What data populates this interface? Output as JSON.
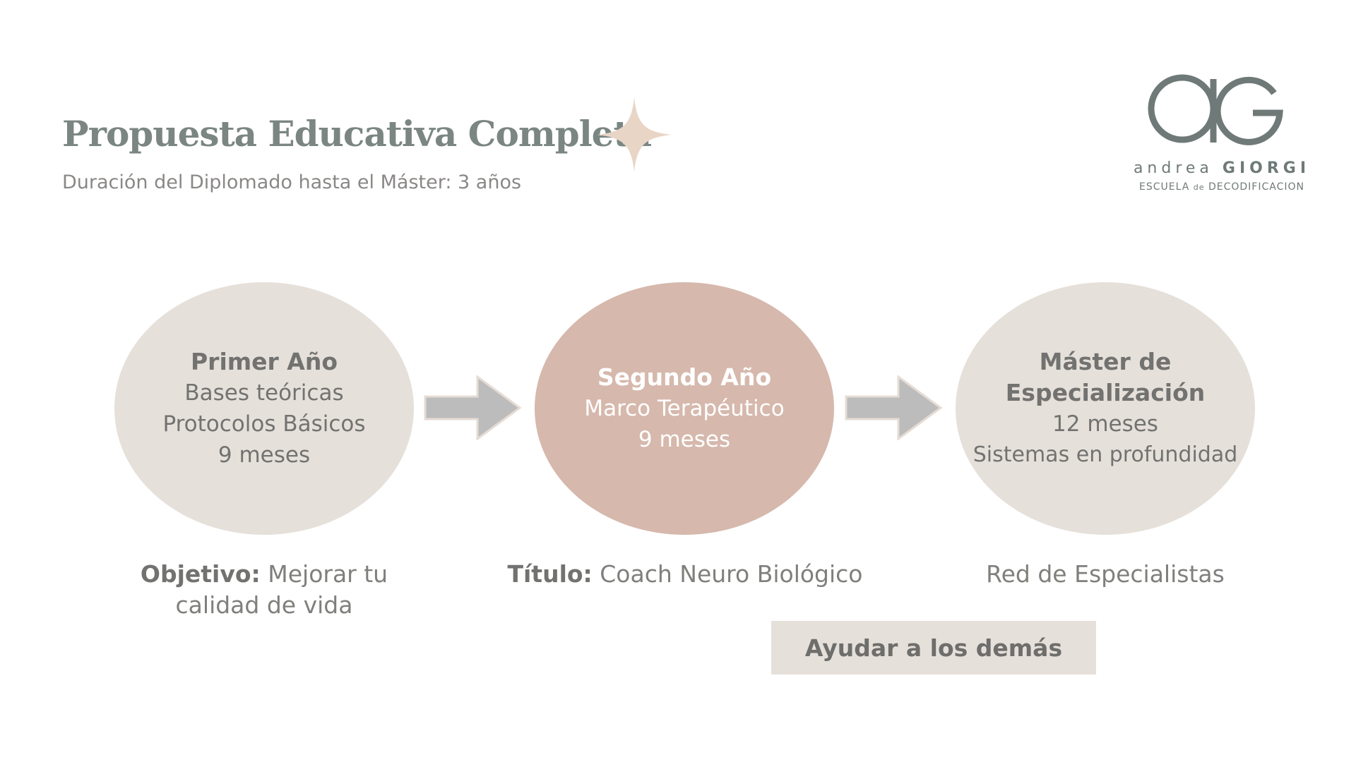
{
  "header": {
    "title": "Propuesta Educativa Completa",
    "subtitle": "Duración del Diplomado hasta el Máster: 3 años"
  },
  "logo": {
    "name_light": "andrea",
    "name_bold": "GIORGI",
    "school_part1": "ESCUELA",
    "school_de": "de",
    "school_part2": "DECODIFICACION"
  },
  "stages": [
    {
      "heading": "Primer Año",
      "lines": [
        "Bases teóricas",
        "Protocolos Básicos",
        "9 meses"
      ]
    },
    {
      "heading": "Segundo Año",
      "lines": [
        "Marco Terapéutico",
        "9 meses"
      ]
    },
    {
      "heading_line1": "Máster de",
      "heading_line2": "Especialización",
      "lines": [
        "12 meses",
        "Sistemas en profundidad"
      ]
    }
  ],
  "captions": [
    {
      "label": "Objetivo:",
      "text_line1": "Mejorar tu",
      "text_line2": "calidad de vida"
    },
    {
      "label": "Título:",
      "text": "Coach Neuro Biológico"
    },
    {
      "text": "Red de Especialistas"
    }
  ],
  "cta": {
    "label": "Ayudar a los demás"
  },
  "colors": {
    "circle_light": "#e6e0da",
    "circle_accent": "#d6b8ac",
    "title": "#7b8683",
    "arrow": "#bcbcbc",
    "sparkle": "#e8d5c6"
  },
  "icons": {
    "sparkle": "four-point-star",
    "arrow": "right-arrow"
  }
}
